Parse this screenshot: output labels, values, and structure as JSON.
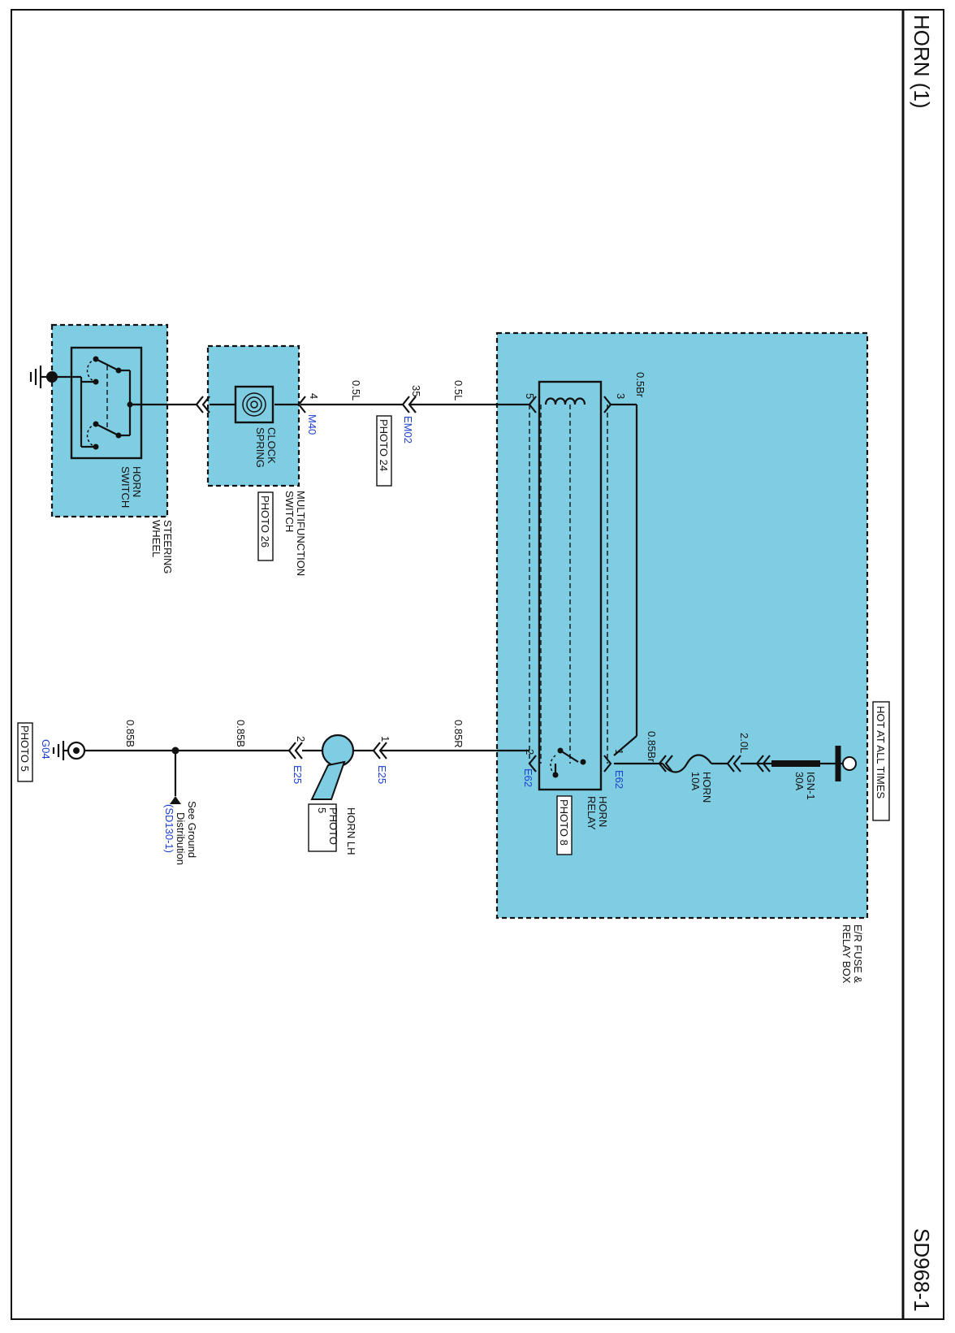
{
  "page": {
    "title": "HORN (1)",
    "code": "SD968-1"
  },
  "components": {
    "hot_at_all_times": "HOT AT ALL TIMES",
    "fuse_box": [
      "E/R FUSE &",
      "RELAY BOX"
    ],
    "ign_fuse": [
      "IGN-1",
      "30A"
    ],
    "horn_fuse": [
      "HORN",
      "10A"
    ],
    "horn_relay": [
      "HORN",
      "RELAY"
    ],
    "horn_relay_photo": "PHOTO 8",
    "steering_wheel": [
      "STEERING",
      "WHEEL"
    ],
    "horn_switch": [
      "HORN",
      "SWITCH"
    ],
    "multifunction_switch": [
      "MULTIFUNCTION",
      "SWITCH"
    ],
    "multifunction_photo": "PHOTO 26",
    "clock_spring": [
      "CLOCK",
      "SPRING"
    ],
    "horn_lh": "HORN LH",
    "horn_lh_photo": [
      "PHOTO",
      "5"
    ],
    "ground_ref": [
      "See Ground",
      "Distribution"
    ],
    "ground_ref_link": "(SD130-1)",
    "ground_photo": "PHOTO 5"
  },
  "connectors": {
    "m40": "M40",
    "m40_pin": "4",
    "em02": "EM02",
    "em02_pin": "35",
    "em02_photo": "PHOTO 24",
    "e62_top": "E62",
    "e62_bottom": "E62",
    "relay_pin_5": "5",
    "relay_pin_3": "3",
    "relay_pin_2": "2",
    "relay_pin_1": "1",
    "e25_a": "E25",
    "e25_a_pin": "1",
    "e25_b": "E25",
    "e25_b_pin": "2",
    "g04": "G04"
  },
  "wires": {
    "w_05l_a": "0.5L",
    "w_05l_b": "0.5L",
    "w_05br": "0.5Br",
    "w_085br": "0.85Br",
    "w_20l": "2.0L",
    "w_085r": "0.85R",
    "w_085b_a": "0.85B",
    "w_085b_b": "0.85B"
  },
  "colors": {
    "module_fill": "#7fcde2",
    "link_text": "#1a3fd0"
  }
}
